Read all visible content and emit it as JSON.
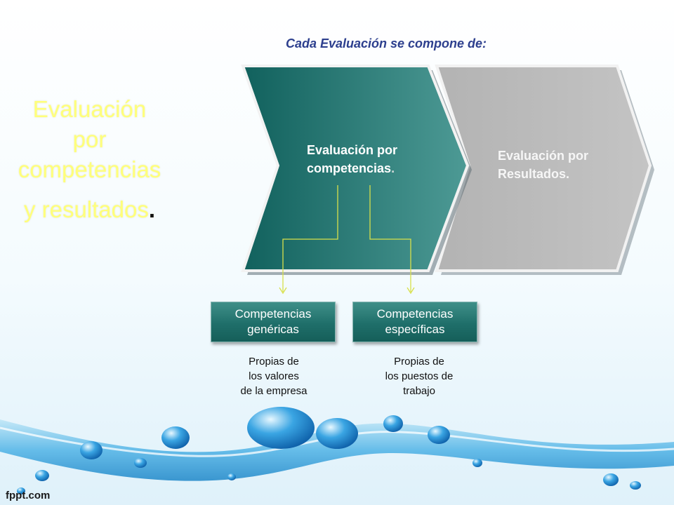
{
  "slide": {
    "heading": "Cada Evaluación se compone de:",
    "title_lines": [
      "Evaluación",
      "por",
      "competencias",
      "y resultados"
    ],
    "title_period": "."
  },
  "chevrons": [
    {
      "line1": "Evaluación por",
      "line2": "competencias",
      "line2_suffix": ".",
      "color": "#1d6b66"
    },
    {
      "line1": "Evaluación por",
      "line2": "Resultados.",
      "color": "#bdbdbd"
    }
  ],
  "boxes": [
    {
      "label_line1": "Competencias",
      "label_line2": "genéricas",
      "description": [
        "Propias de",
        "los valores",
        "de la empresa"
      ]
    },
    {
      "label_line1": "Competencias",
      "label_line2": "específicas",
      "description": [
        "Propias de",
        "los puestos de",
        "trabajo"
      ]
    }
  ],
  "connector_color": "#d8e04a",
  "footer": {
    "logo": "fppt.com"
  }
}
